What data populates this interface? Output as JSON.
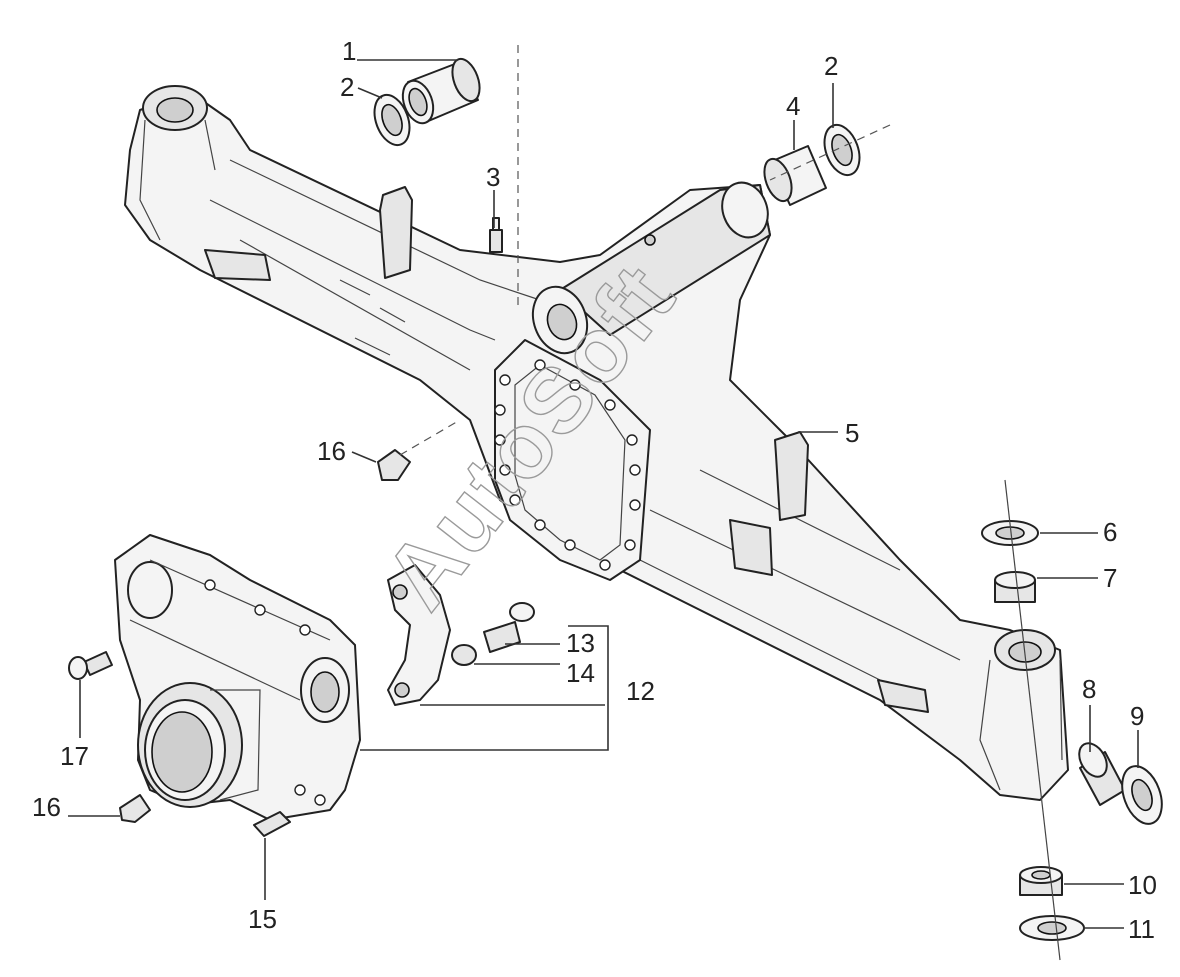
{
  "callouts": [
    {
      "id": "c1",
      "label": "1"
    },
    {
      "id": "c2a",
      "label": "2"
    },
    {
      "id": "c2b",
      "label": "2"
    },
    {
      "id": "c3",
      "label": "3"
    },
    {
      "id": "c4",
      "label": "4"
    },
    {
      "id": "c5",
      "label": "5"
    },
    {
      "id": "c6",
      "label": "6"
    },
    {
      "id": "c7",
      "label": "7"
    },
    {
      "id": "c8",
      "label": "8"
    },
    {
      "id": "c9",
      "label": "9"
    },
    {
      "id": "c10",
      "label": "10"
    },
    {
      "id": "c11",
      "label": "11"
    },
    {
      "id": "c12",
      "label": "12"
    },
    {
      "id": "c13",
      "label": "13"
    },
    {
      "id": "c14",
      "label": "14"
    },
    {
      "id": "c15",
      "label": "15"
    },
    {
      "id": "c16a",
      "label": "16"
    },
    {
      "id": "c16b",
      "label": "16"
    },
    {
      "id": "c17",
      "label": "17"
    }
  ],
  "watermark": "AutoSoft"
}
